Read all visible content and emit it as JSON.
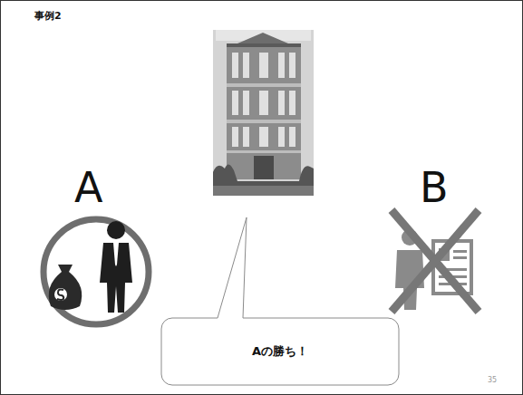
{
  "diagram": {
    "title": "事例2",
    "nodes": [
      {
        "text": [
          "Aの勝ち！"
        ]
      }
    ],
    "labels": [
      "A",
      "B",
      "35"
    ]
  }
}
